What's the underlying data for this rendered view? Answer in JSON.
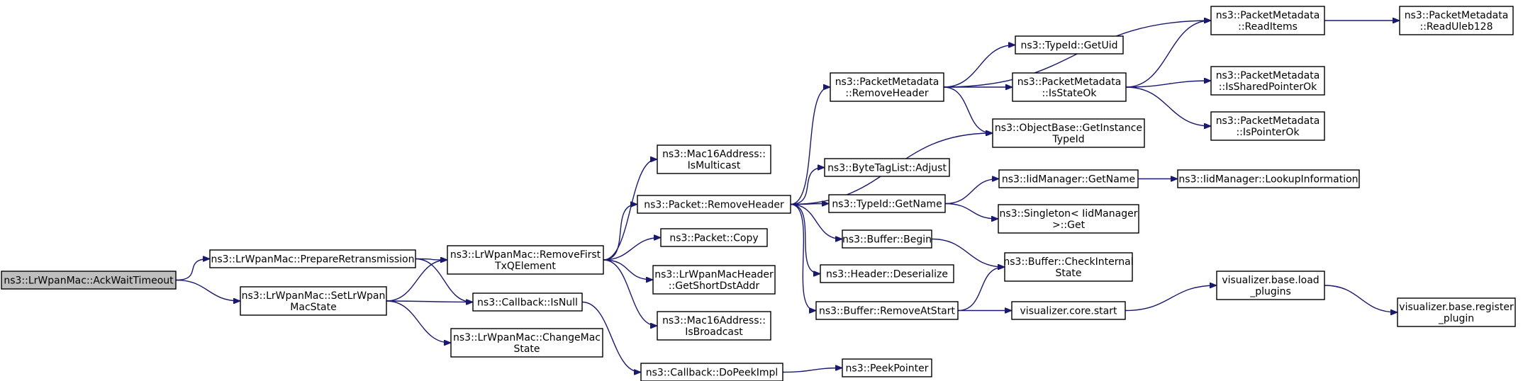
{
  "diagram": {
    "edge_color": "#191970",
    "root_fill": "#bfbfbf",
    "nodes": [
      {
        "id": "ack",
        "lines": [
          "ns3::LrWpanMac::AckWaitTimeout"
        ],
        "root": true
      },
      {
        "id": "prep",
        "lines": [
          "ns3::LrWpanMac::PrepareRetransmission"
        ]
      },
      {
        "id": "setstate",
        "lines": [
          "ns3::LrWpanMac::SetLrWpan",
          "MacState"
        ]
      },
      {
        "id": "removefirst",
        "lines": [
          "ns3::LrWpanMac::RemoveFirst",
          "TxQElement"
        ]
      },
      {
        "id": "isnull",
        "lines": [
          "ns3::Callback::IsNull"
        ]
      },
      {
        "id": "changemac",
        "lines": [
          "ns3::LrWpanMac::ChangeMac",
          "State"
        ]
      },
      {
        "id": "ismulticast",
        "lines": [
          "ns3::Mac16Address::",
          "IsMulticast"
        ]
      },
      {
        "id": "removeheader",
        "lines": [
          "ns3::Packet::RemoveHeader"
        ]
      },
      {
        "id": "copy",
        "lines": [
          "ns3::Packet::Copy"
        ]
      },
      {
        "id": "getshortdst",
        "lines": [
          "ns3::LrWpanMacHeader",
          "::GetShortDstAddr"
        ]
      },
      {
        "id": "isbroadcast",
        "lines": [
          "ns3::Mac16Address::",
          "IsBroadcast"
        ]
      },
      {
        "id": "dopeek",
        "lines": [
          "ns3::Callback::DoPeekImpl"
        ]
      },
      {
        "id": "pmremoveheader",
        "lines": [
          "ns3::PacketMetadata",
          "::RemoveHeader"
        ]
      },
      {
        "id": "adjust",
        "lines": [
          "ns3::ByteTagList::Adjust"
        ]
      },
      {
        "id": "getname",
        "lines": [
          "ns3::TypeId::GetName"
        ]
      },
      {
        "id": "begin",
        "lines": [
          "ns3::Buffer::Begin"
        ]
      },
      {
        "id": "deserialize",
        "lines": [
          "ns3::Header::Deserialize"
        ]
      },
      {
        "id": "removeatstart",
        "lines": [
          "ns3::Buffer::RemoveAtStart"
        ]
      },
      {
        "id": "peekpointer",
        "lines": [
          "ns3::PeekPointer"
        ]
      },
      {
        "id": "getuid",
        "lines": [
          "ns3::TypeId::GetUid"
        ]
      },
      {
        "id": "isstateok",
        "lines": [
          "ns3::PacketMetadata",
          "::IsStateOk"
        ]
      },
      {
        "id": "getinstance",
        "lines": [
          "ns3::ObjectBase::GetInstance",
          "TypeId"
        ]
      },
      {
        "id": "iidgetname",
        "lines": [
          "ns3::IidManager::GetName"
        ]
      },
      {
        "id": "singleton",
        "lines": [
          "ns3::Singleton< IidManager",
          ">::Get"
        ]
      },
      {
        "id": "checkinternal",
        "lines": [
          "ns3::Buffer::CheckInternal",
          "State"
        ]
      },
      {
        "id": "vizstart",
        "lines": [
          "visualizer.core.start"
        ]
      },
      {
        "id": "readitems",
        "lines": [
          "ns3::PacketMetadata",
          "::ReadItems"
        ]
      },
      {
        "id": "issharedptr",
        "lines": [
          "ns3::PacketMetadata",
          "::IsSharedPointerOk"
        ]
      },
      {
        "id": "ispointerok",
        "lines": [
          "ns3::PacketMetadata",
          "::IsPointerOk"
        ]
      },
      {
        "id": "lookupinfo",
        "lines": [
          "ns3::IidManager::LookupInformation"
        ]
      },
      {
        "id": "loadplugins",
        "lines": [
          "visualizer.base.load",
          "_plugins"
        ]
      },
      {
        "id": "readuleb",
        "lines": [
          "ns3::PacketMetadata",
          "::ReadUleb128"
        ]
      },
      {
        "id": "registerplugin",
        "lines": [
          "visualizer.base.register",
          "_plugin"
        ]
      }
    ],
    "edges": [
      [
        "ack",
        "prep"
      ],
      [
        "ack",
        "setstate"
      ],
      [
        "prep",
        "removefirst"
      ],
      [
        "prep",
        "isnull"
      ],
      [
        "setstate",
        "removefirst"
      ],
      [
        "setstate",
        "isnull"
      ],
      [
        "setstate",
        "changemac"
      ],
      [
        "removefirst",
        "ismulticast"
      ],
      [
        "removefirst",
        "removeheader"
      ],
      [
        "removefirst",
        "copy"
      ],
      [
        "removefirst",
        "getshortdst"
      ],
      [
        "removefirst",
        "isbroadcast"
      ],
      [
        "isnull",
        "dopeek"
      ],
      [
        "dopeek",
        "peekpointer"
      ],
      [
        "removeheader",
        "pmremoveheader"
      ],
      [
        "removeheader",
        "getinstance"
      ],
      [
        "removeheader",
        "adjust"
      ],
      [
        "removeheader",
        "getname"
      ],
      [
        "removeheader",
        "begin"
      ],
      [
        "removeheader",
        "deserialize"
      ],
      [
        "removeheader",
        "removeatstart"
      ],
      [
        "pmremoveheader",
        "readitems"
      ],
      [
        "pmremoveheader",
        "getuid"
      ],
      [
        "pmremoveheader",
        "isstateok"
      ],
      [
        "pmremoveheader",
        "getinstance"
      ],
      [
        "isstateok",
        "readitems"
      ],
      [
        "isstateok",
        "issharedptr"
      ],
      [
        "isstateok",
        "ispointerok"
      ],
      [
        "readitems",
        "readuleb"
      ],
      [
        "getname",
        "iidgetname"
      ],
      [
        "getname",
        "singleton"
      ],
      [
        "iidgetname",
        "lookupinfo"
      ],
      [
        "begin",
        "checkinternal"
      ],
      [
        "removeatstart",
        "checkinternal"
      ],
      [
        "removeatstart",
        "vizstart"
      ],
      [
        "vizstart",
        "loadplugins"
      ],
      [
        "loadplugins",
        "registerplugin"
      ]
    ]
  }
}
